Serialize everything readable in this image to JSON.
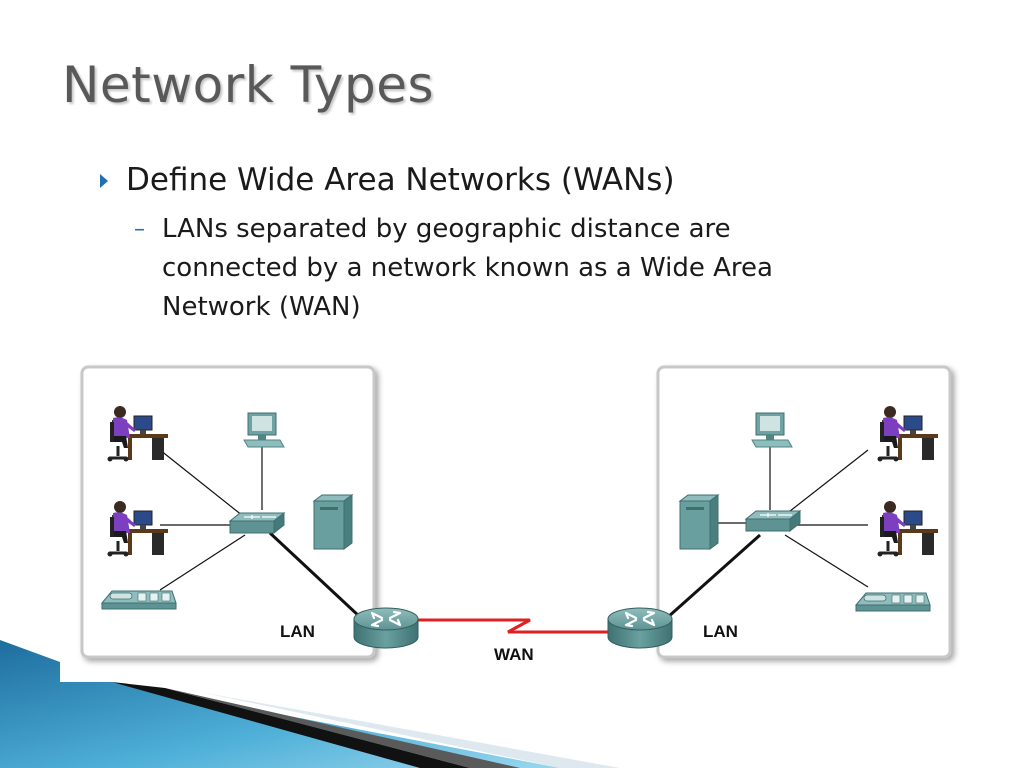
{
  "slide": {
    "title": "Network Types",
    "bullet": "Define Wide Area Networks (WANs)",
    "sub_bullet": {
      "dash": "–",
      "lines": [
        "LANs separated by geographic distance are",
        "connected by a network known as a Wide Area",
        "Network (WAN)"
      ]
    }
  },
  "diagram": {
    "left_lan_label": "LAN",
    "right_lan_label": "LAN",
    "wan_label": "WAN",
    "link_colors": {
      "lan_cable": "#111111",
      "wan_link": "#e02020"
    }
  },
  "theme": {
    "accent": "#1f6fb2",
    "teal": "#5f9ea0"
  }
}
